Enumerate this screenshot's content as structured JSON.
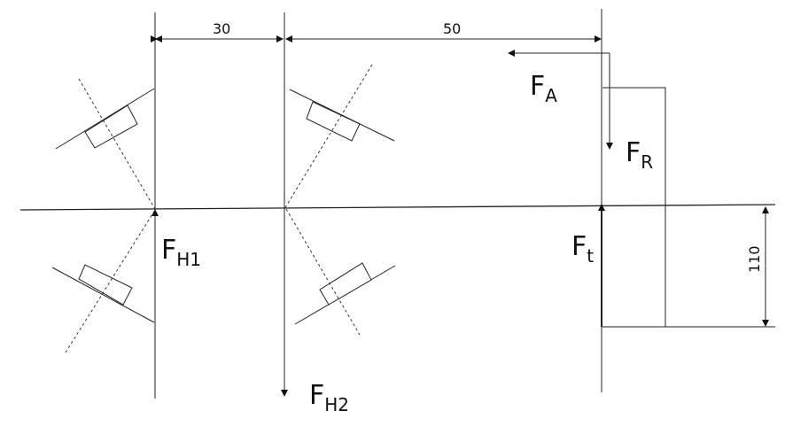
{
  "dimensions": {
    "span_left": "30",
    "span_right": "50",
    "gear_radius": "110"
  },
  "forces": {
    "FA": {
      "main": "F",
      "sub": "A"
    },
    "FR": {
      "main": "F",
      "sub": "R"
    },
    "Ft": {
      "main": "F",
      "sub": "t"
    },
    "FH1": {
      "main": "F",
      "sub": "H1"
    },
    "FH2": {
      "main": "F",
      "sub": "H2"
    }
  },
  "colors": {
    "line": "#222222",
    "background": "#ffffff"
  }
}
